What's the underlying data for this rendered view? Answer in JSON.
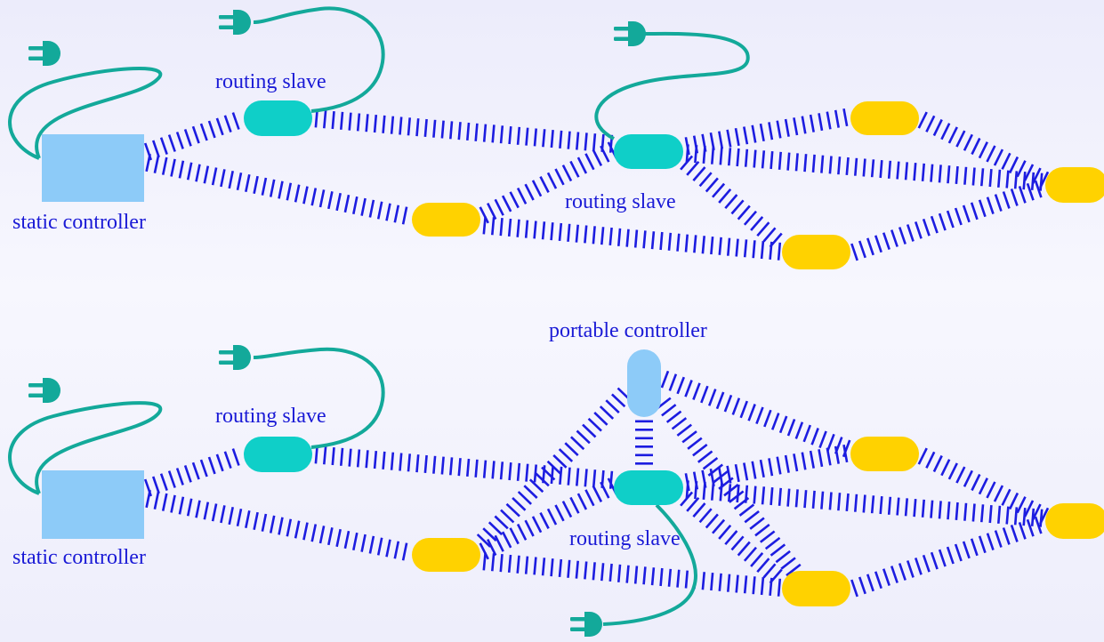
{
  "colors": {
    "link": "#1c1ce0",
    "cable": "#13a99a",
    "plug": "#13a99a",
    "static_controller": "#8dcbf8",
    "portable_controller": "#8dcbf8",
    "routing_slave": "#0fcfc8",
    "slave": "#ffd200",
    "label": "#1a1ad6"
  },
  "top_network": {
    "static_controller_label": "static controller",
    "routing_slave_1_label": "routing slave",
    "routing_slave_2_label": "routing slave"
  },
  "bottom_network": {
    "static_controller_label": "static controller",
    "routing_slave_1_label": "routing slave",
    "routing_slave_2_label": "routing slave",
    "portable_controller_label": "portable controller"
  }
}
